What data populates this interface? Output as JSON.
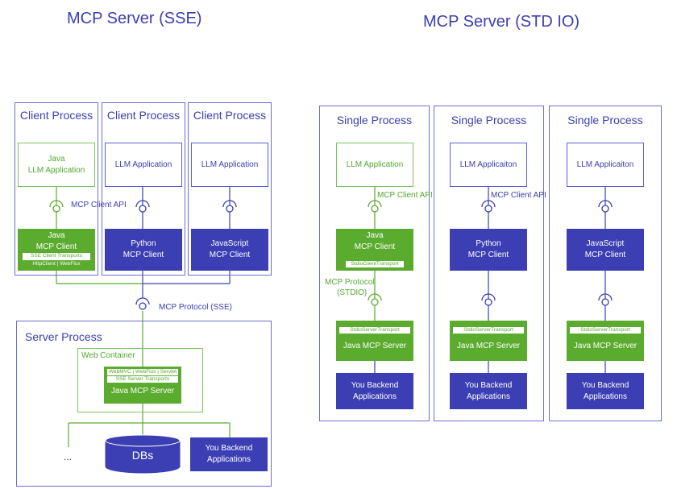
{
  "titles": {
    "sse": "MCP Server (SSE)",
    "stdio": "MCP Server (STD IO)"
  },
  "sse": {
    "client_process_label": "Client Process",
    "clients": [
      {
        "app_line1": "Java",
        "app_line2": "LLM Application",
        "client_line1": "Java",
        "client_line2": "MCP Client",
        "transport_tag": "SSE Client Transports",
        "transport_sub": "HttpClient | WebFlux"
      },
      {
        "app": "LLM Application",
        "client_line1": "Python",
        "client_line2": "MCP Client"
      },
      {
        "app": "LLM Application",
        "client_line1": "JavaScript",
        "client_line2": "MCP Client"
      }
    ],
    "client_api_label": "MCP Client API",
    "protocol_label": "MCP Protocol (SSE)",
    "server_process_label": "Server Process",
    "web_container_label": "Web Container",
    "server_tag1": "WebMVC | WebFlux | Servlet",
    "server_tag2": "SSE Server Transports",
    "server_label": "Java MCP Server",
    "dbs_label": "DBs",
    "backend_line1": "You Backend",
    "backend_line2": "Applications",
    "ellipsis": "..."
  },
  "stdio": {
    "single_process_label": "Single Process",
    "columns": [
      {
        "app": "LLM Application",
        "client_line1": "Java",
        "client_line2": "MCP Client",
        "client_tag": "StdioClientTransport",
        "client_api_label": "MCP Client API",
        "protocol_line1": "MCP Protocol",
        "protocol_line2": "(STDIO)",
        "server_tag": "StdioServerTransport",
        "server_label": "Java MCP Server",
        "backend_line1": "You Backend",
        "backend_line2": "Applications"
      },
      {
        "app": "LLM Applicaiton",
        "client_line1": "Python",
        "client_line2": "MCP Client",
        "client_api_label": "MCP Client API",
        "server_tag": "StdioServerTransport",
        "server_label": "Java MCP Server",
        "backend_line1": "You Backend",
        "backend_line2": "Applications"
      },
      {
        "app": "LLM Applicaiton",
        "client_line1": "JavaScript",
        "client_line2": "MCP Client",
        "server_tag": "StdioServerTransport",
        "server_label": "Java MCP Server",
        "backend_line1": "You Backend",
        "backend_line2": "Applications"
      }
    ]
  }
}
